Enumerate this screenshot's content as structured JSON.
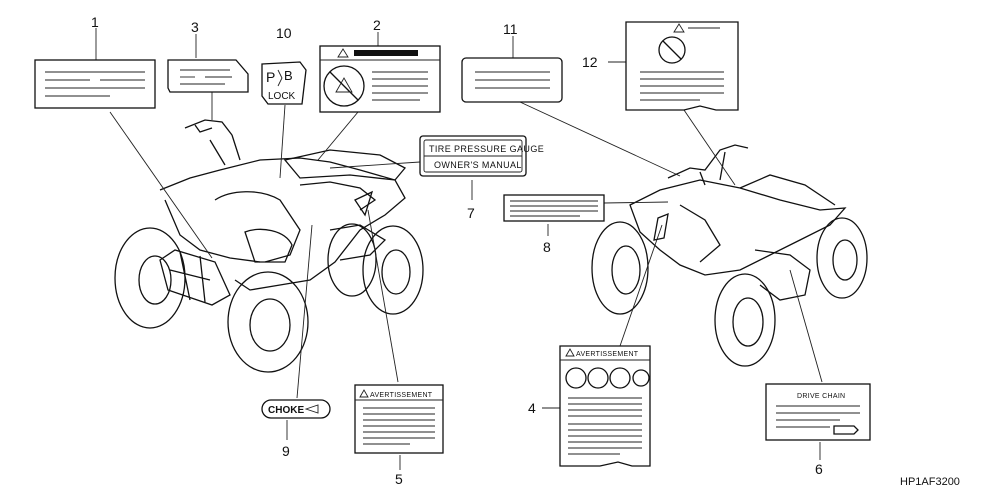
{
  "diagram": {
    "callouts": {
      "c1": "1",
      "c2": "2",
      "c3": "3",
      "c4": "4",
      "c5": "5",
      "c6": "6",
      "c7": "7",
      "c8": "8",
      "c9": "9",
      "c10": "10",
      "c11": "11",
      "c12": "12"
    },
    "labels": {
      "tire_line1": "TIRE PRESSURE GAUGE",
      "tire_line2": "OWNER'S MANUAL",
      "warning_fr": "AVERTISSEMENT",
      "drive_chain": "DRIVE CHAIN",
      "choke": "CHOKE",
      "park_p": "P",
      "park_b": "B",
      "park_lock": "LOCK"
    },
    "reference_code": "HP1AF3200"
  }
}
